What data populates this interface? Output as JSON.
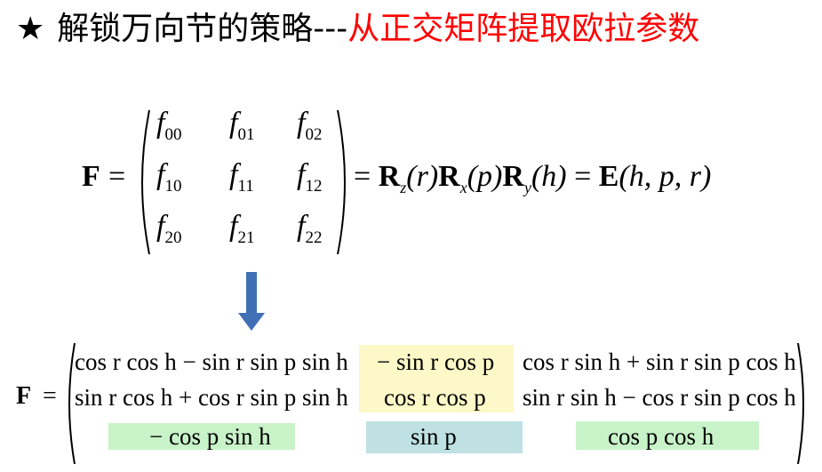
{
  "title": {
    "star": "★",
    "part1": "解锁万向节的策略---",
    "part2": "从正交矩阵提取欧拉参数",
    "accent_color": "#ff0000"
  },
  "eq1": {
    "lhs": "F",
    "equals": "=",
    "matrix": [
      [
        "f",
        "00",
        "f",
        "01",
        "f",
        "02"
      ],
      [
        "f",
        "10",
        "f",
        "11",
        "f",
        "12"
      ],
      [
        "f",
        "20",
        "f",
        "21",
        "f",
        "22"
      ]
    ],
    "rhs": {
      "eq": "=",
      "R1": "R",
      "sub1": "z",
      "arg1": "(r)",
      "R2": "R",
      "sub2": "x",
      "arg2": "(p)",
      "R3": "R",
      "sub3": "y",
      "arg3": "(h)",
      "eq2": "=",
      "E": "E",
      "argE": "(h, p, r)"
    }
  },
  "eq2": {
    "lhs": "F",
    "equals": "=",
    "rows": [
      [
        "cos r cos h − sin r sin p sin h",
        "− sin r cos p",
        "cos r sin h + sin r sin p cos h"
      ],
      [
        "sin r cos h + cos r sin p sin h",
        "cos r cos p",
        "sin r sin h − cos r sin p cos h"
      ],
      [
        "− cos p sin h",
        "sin p",
        "cos p cos h"
      ]
    ],
    "highlight_yellow": "#fcf8c8",
    "highlight_green": "#c8f3c8",
    "highlight_blue": "#bfe1e3"
  },
  "arrow_color": "#3f6fb5"
}
